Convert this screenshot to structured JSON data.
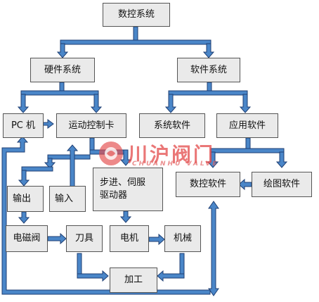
{
  "boxes": {
    "root": "数控系统",
    "hardware": "硬件系统",
    "software": "软件系统",
    "pc": "PC 机",
    "motion_card": "运动控制卡",
    "system_sw": "系统软件",
    "app_sw": "应用软件",
    "output": "输出",
    "input": "输入",
    "driver_line1": "步进、伺服",
    "driver_line2": "驱动器",
    "nc_sw": "数控软件",
    "draw_sw": "绘图软件",
    "solenoid": "电磁阀",
    "tool": "刀具",
    "motor": "电机",
    "machine": "机械",
    "process": "加工"
  },
  "watermark": {
    "text": "川沪阀门",
    "sub": "CHUANHU VALVE"
  },
  "colors": {
    "arrow_fill": "#4a86c8",
    "arrow_stroke": "#1f3f73",
    "box_fill": "#eaeaea",
    "watermark": "#e34a4a"
  }
}
